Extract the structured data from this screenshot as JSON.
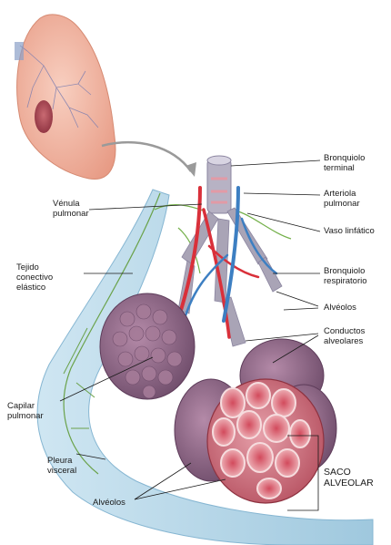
{
  "labels": {
    "bronquiolo_terminal": [
      "Bronquiolo",
      "terminal"
    ],
    "arteriola_pulmonar": [
      "Arteriola",
      "pulmonar"
    ],
    "vaso_linfatico": [
      "Vaso linfático"
    ],
    "venula_pulmonar": [
      "Vénula",
      "pulmonar"
    ],
    "tejido_conectivo": [
      "Tejido",
      "conectivo",
      "elástico"
    ],
    "bronquiolo_respiratorio": [
      "Bronquiolo",
      "respiratorio"
    ],
    "alveolos_right": [
      "Alvéolos"
    ],
    "conductos_alveolares": [
      "Conductos",
      "alveolares"
    ],
    "capilar_pulmonar": [
      "Capilar",
      "pulmonar"
    ],
    "pleura_visceral": [
      "Pleura",
      "visceral"
    ],
    "alveolos_bottom": [
      "Alvéolos"
    ],
    "saco_alveolar": [
      "SACO",
      "ALVEOLAR"
    ]
  },
  "colors": {
    "lung": "#f2b3a0",
    "pleura": "#a9d0e4",
    "artery": "#d9303a",
    "vein": "#3d7fc2",
    "bronchiole": "#a9a4b6",
    "alveolus_cluster": "#8e6a86",
    "alveolus_section": "#d9707a",
    "lymph": "#74b04a",
    "leader_line": "#1a1a1a"
  }
}
